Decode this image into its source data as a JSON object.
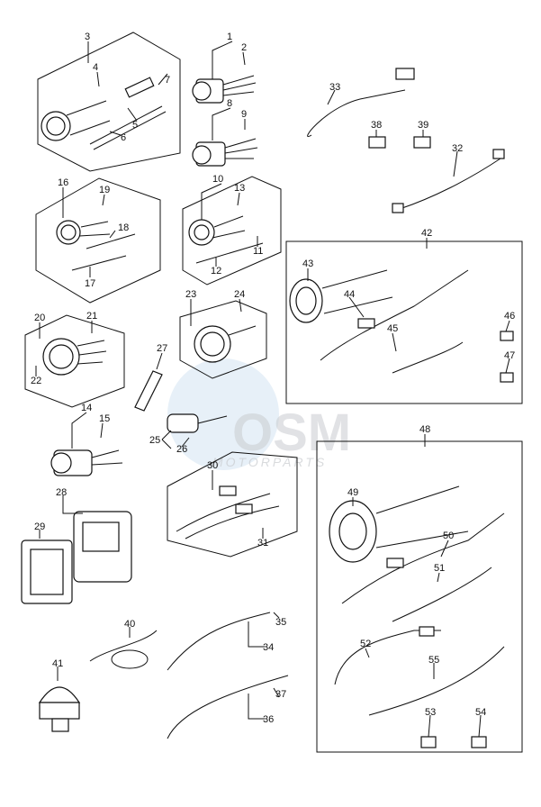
{
  "watermark": {
    "logo": "OSM",
    "tagline": "MOTORPARTS"
  },
  "callouts": [
    "1",
    "2",
    "3",
    "4",
    "5",
    "6",
    "7",
    "8",
    "9",
    "10",
    "11",
    "12",
    "13",
    "14",
    "15",
    "16",
    "17",
    "18",
    "19",
    "20",
    "21",
    "22",
    "23",
    "24",
    "25",
    "26",
    "27",
    "28",
    "29",
    "30",
    "31",
    "32",
    "33",
    "34",
    "35",
    "36",
    "37",
    "38",
    "39",
    "40",
    "41",
    "42",
    "43",
    "44",
    "45",
    "46",
    "47",
    "48",
    "49",
    "50",
    "51",
    "52",
    "53",
    "54",
    "55"
  ]
}
